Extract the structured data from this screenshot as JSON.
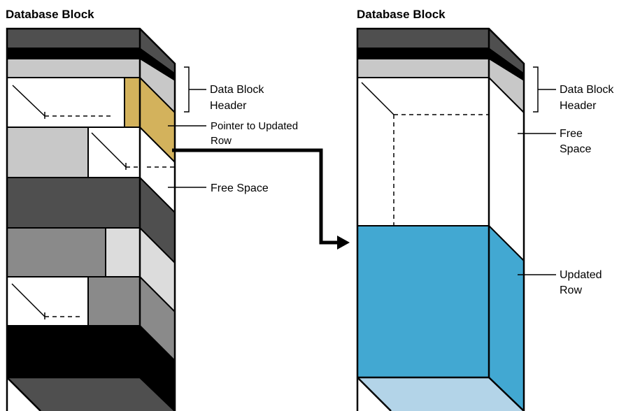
{
  "left_block": {
    "title": "Database Block",
    "callouts": {
      "header": [
        "Data Block",
        "Header"
      ],
      "pointer": [
        "Pointer to Updated",
        "Row"
      ],
      "free_space": "Free Space"
    }
  },
  "right_block": {
    "title": "Database Block",
    "callouts": {
      "header": [
        "Data Block",
        "Header"
      ],
      "free_space": [
        "Free",
        "Space"
      ],
      "updated_row": [
        "Updated",
        "Row"
      ]
    }
  },
  "colors": {
    "dark_gray": "#4f4f4f",
    "black": "#000000",
    "light_gray": "#c8c8c8",
    "mid_gray": "#8a8a8a",
    "pale_gray": "#dcdcdc",
    "pointer_gold": "#d3b25c",
    "updated_blue": "#42a8d2",
    "updated_blue_light": "#b3d4e8"
  }
}
